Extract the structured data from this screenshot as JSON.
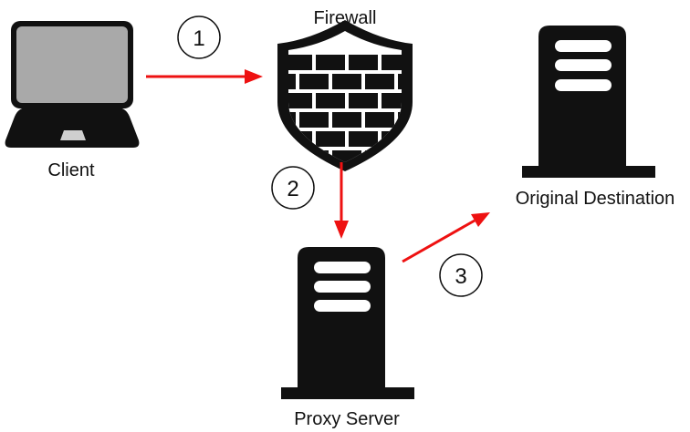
{
  "nodes": {
    "client": {
      "label": "Client",
      "icon": "laptop-icon"
    },
    "firewall": {
      "label": "Firewall",
      "icon": "firewall-shield-icon"
    },
    "destination": {
      "label": "Original Destination",
      "icon": "server-tower-icon"
    },
    "proxy": {
      "label": "Proxy Server",
      "icon": "server-tower-icon"
    }
  },
  "steps": [
    {
      "number": "1"
    },
    {
      "number": "2"
    },
    {
      "number": "3"
    }
  ],
  "colors": {
    "arrow": "#ee1111",
    "icon": "#111111",
    "laptop_screen": "#a9a9a9",
    "laptop_trackpad": "#cfcfcf",
    "icon_accent": "#ffffff"
  }
}
